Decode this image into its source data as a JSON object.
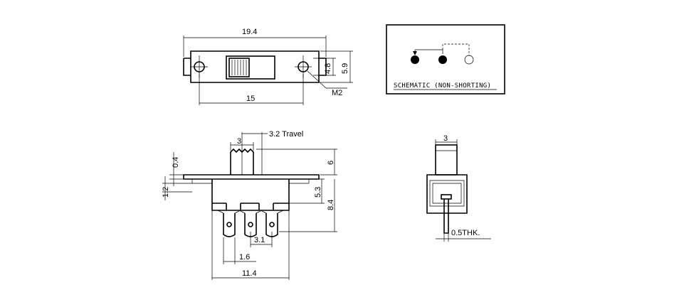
{
  "top_view": {
    "overall_length": "19.4",
    "hole_spacing": "15",
    "body_height": "4.8",
    "plate_height": "5.9",
    "screw": "M2"
  },
  "schematic": {
    "caption": "SCHEMATIC (NON-SHORTING)"
  },
  "front_view": {
    "actuator_width": "3",
    "travel": "3.2 Travel",
    "plate_thickness": "0.4",
    "flange_offset": "1.2",
    "actuator_height": "6",
    "body_depth": "5.3",
    "total_depth": "8.4",
    "terminal_pitch": "3.1",
    "terminal_offset": "1.6",
    "body_width": "11.4"
  },
  "side_view": {
    "actuator_width": "3",
    "terminal_thickness": "0.5THK."
  }
}
